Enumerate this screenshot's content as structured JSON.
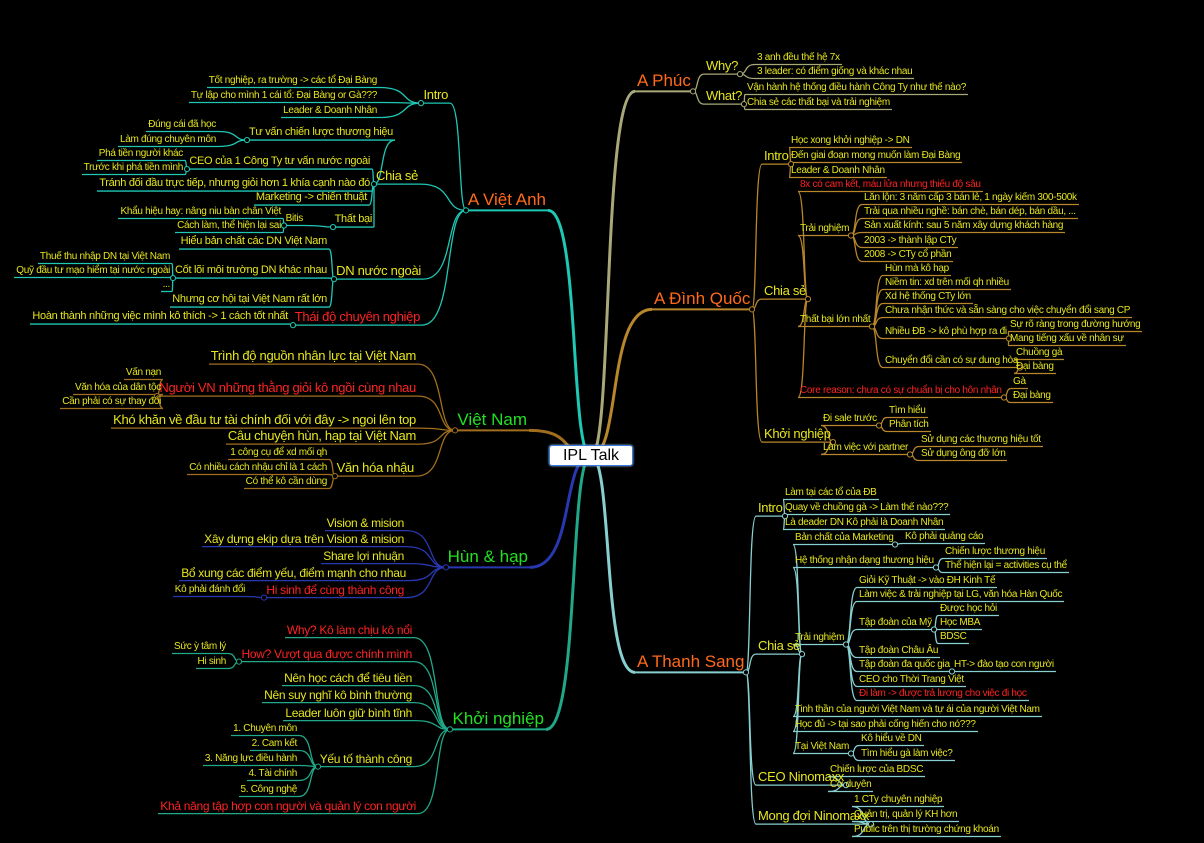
{
  "title": "IPL Talk",
  "colors": {
    "branches_right": [
      "#a8a878",
      "#b8862b",
      "#88d0d0"
    ],
    "branches_left": [
      "#1ec8b4",
      "#a06e1e",
      "#2838b0",
      "#20a888"
    ]
  },
  "right": [
    {
      "text": "A Phúc",
      "style": "main",
      "children": [
        {
          "text": "Why?",
          "style": "y",
          "children": [
            {
              "text": "3 anh đều thế hệ 7x",
              "style": "y"
            },
            {
              "text": "3 leader: có điểm giống và khác nhau",
              "style": "y"
            }
          ]
        },
        {
          "text": "What?",
          "style": "y",
          "children": [
            {
              "text": "Vận hành hệ thống điều hành Công Ty như thế nào?",
              "style": "y"
            },
            {
              "text": "Chia sẻ các thất bại và trải nghiệm",
              "style": "y"
            }
          ]
        }
      ]
    },
    {
      "text": "A Đình Quốc",
      "style": "main",
      "children": [
        {
          "text": "Intro",
          "style": "y",
          "children": [
            {
              "text": "Học xong khởi nghiệp -> DN",
              "style": "y"
            },
            {
              "text": "Đến giai đoạn mong muốn làm Đại Bàng",
              "style": "y"
            },
            {
              "text": "Leader & Doanh Nhân",
              "style": "y"
            }
          ]
        },
        {
          "text": "Chia sẻ",
          "style": "y",
          "children": [
            {
              "text": "8x có cam kết, máu lửa nhưng thiếu độ sâu",
              "style": "r"
            },
            {
              "text": "Trải nghiệm",
              "style": "y",
              "children": [
                {
                  "text": "Lăn lộn: 3 năm cấp 3 bán lẻ, 1 ngày kiếm 300-500k",
                  "style": "y"
                },
                {
                  "text": "Trải qua nhiều nghề: bán chè, bán dép, bán dầu, ...",
                  "style": "y"
                },
                {
                  "text": "Sản xuất kính: sau 5 năm xây dựng khách hàng",
                  "style": "y"
                },
                {
                  "text": "2003 -> thành lập CTy",
                  "style": "y"
                },
                {
                  "text": "2008 -> CTy cổ phần",
                  "style": "y"
                }
              ]
            },
            {
              "text": "Thất bại lớn nhất",
              "style": "y",
              "children": [
                {
                  "text": "Hùn mà kô hạp",
                  "style": "y"
                },
                {
                  "text": "Niềm tin: xd trên mối qh nhiều",
                  "style": "y"
                },
                {
                  "text": "Xd hệ thống CTy lớn",
                  "style": "y"
                },
                {
                  "text": "Chưa nhận thức và sẵn sàng cho việc chuyển đổi sang CP",
                  "style": "y"
                },
                {
                  "text": "Nhiều ĐB -> kô phù hợp ra đi",
                  "style": "y",
                  "children": [
                    {
                      "text": "Sự rõ ràng trong đường hướng",
                      "style": "y"
                    },
                    {
                      "text": "Mang tiếng xấu về nhân sự",
                      "style": "y"
                    }
                  ]
                },
                {
                  "text": "Chuyển đổi cần có sự dung hòa",
                  "style": "y",
                  "children": [
                    {
                      "text": "Chuồng gà",
                      "style": "y"
                    },
                    {
                      "text": "Đại bàng",
                      "style": "y"
                    }
                  ]
                }
              ]
            },
            {
              "text": "Core reason: chưa có sự chuẩn bị cho hôn nhân",
              "style": "r",
              "children": [
                {
                  "text": "Gà",
                  "style": "y"
                },
                {
                  "text": "Đại bàng",
                  "style": "y"
                }
              ]
            }
          ]
        },
        {
          "text": "Khởi nghiệp",
          "style": "y",
          "children": [
            {
              "text": "Đi sale trước",
              "style": "y",
              "children": [
                {
                  "text": "Tìm hiểu",
                  "style": "y"
                },
                {
                  "text": "Phân tích",
                  "style": "y"
                }
              ]
            },
            {
              "text": "Làm việc với partner",
              "style": "y",
              "children": [
                {
                  "text": "Sử dụng các thương hiệu tốt",
                  "style": "y"
                },
                {
                  "text": "Sử dụng ông đỡ lớn",
                  "style": "y"
                }
              ]
            }
          ]
        }
      ]
    },
    {
      "text": "A Thanh Sang",
      "style": "main",
      "children": [
        {
          "text": "Intro",
          "style": "y",
          "children": [
            {
              "text": "Làm tại các tổ của ĐB",
              "style": "y"
            },
            {
              "text": "Quay về chuồng gà -> Làm thế nào???",
              "style": "y"
            },
            {
              "text": "Là deader DN Kô phải là Doanh Nhân",
              "style": "y"
            }
          ]
        },
        {
          "text": "Chia sẻ",
          "style": "y",
          "children": [
            {
              "text": "Bản chất của Marketing",
              "style": "y",
              "children": [
                {
                  "text": "Kô phải quảng cáo",
                  "style": "y"
                }
              ]
            },
            {
              "text": "Hệ thống nhận dạng thương hiệu",
              "style": "y",
              "children": [
                {
                  "text": "Chiến lược thương hiệu",
                  "style": "y"
                },
                {
                  "text": "Thể hiện lại = activities cụ thể",
                  "style": "y"
                }
              ]
            },
            {
              "text": "Trải nghiệm",
              "style": "y",
              "children": [
                {
                  "text": "Giỏi Kỹ Thuật -> vào ĐH Kinh Tế",
                  "style": "y"
                },
                {
                  "text": "Làm việc & trải nghiệp tại LG, văn hóa Hàn Quốc",
                  "style": "y"
                },
                {
                  "text": "Tập đoàn của Mỹ",
                  "style": "y",
                  "children": [
                    {
                      "text": "Được học hỏi",
                      "style": "y"
                    },
                    {
                      "text": "Học MBA",
                      "style": "y"
                    },
                    {
                      "text": "BDSC",
                      "style": "y"
                    }
                  ]
                },
                {
                  "text": "Tập đoàn Châu Âu",
                  "style": "y"
                },
                {
                  "text": "Tập đoàn đa quốc gia",
                  "style": "y",
                  "children": [
                    {
                      "text": "HT-> đào tạo con người",
                      "style": "y"
                    }
                  ]
                },
                {
                  "text": "CEO cho Thời Trang Việt",
                  "style": "y"
                },
                {
                  "text": "Đi làm -> được trả lương cho việc đi học",
                  "style": "r"
                }
              ]
            },
            {
              "text": "Tinh thần của người Việt Nam và tự ái của người Việt Nam",
              "style": "y"
            },
            {
              "text": "Học đủ -> tại sao phải cống hiến cho nó???",
              "style": "y"
            },
            {
              "text": "Tại Việt Nam",
              "style": "y",
              "children": [
                {
                  "text": "Kô hiểu về DN",
                  "style": "y"
                },
                {
                  "text": "Tìm hiểu gà làm việc?",
                  "style": "y"
                }
              ]
            }
          ]
        },
        {
          "text": "CEO Ninomaxx",
          "style": "y",
          "children": [
            {
              "text": "Chiến lược của BDSC",
              "style": "y"
            },
            {
              "text": "Cơ duyên",
              "style": "y"
            }
          ]
        },
        {
          "text": "Mong đợi Ninomaxx",
          "style": "y",
          "children": [
            {
              "text": "1 CTy chuyên nghiệp",
              "style": "y"
            },
            {
              "text": "Quản trị, quản lý KH hơn",
              "style": "y"
            },
            {
              "text": "Public trên thị trường chứng khoán",
              "style": "y"
            }
          ]
        }
      ]
    }
  ],
  "left": [
    {
      "text": "A Việt Anh",
      "style": "main",
      "children": [
        {
          "text": "Intro",
          "style": "y",
          "children": [
            {
              "text": "Tốt nghiệp, ra trường -> các tổ Đại Bàng",
              "style": "y"
            },
            {
              "text": "Tự lập cho mình 1 cái tổ: Đại Bàng or Gà???",
              "style": "y"
            },
            {
              "text": "Leader & Doanh Nhân",
              "style": "y"
            }
          ]
        },
        {
          "text": "Chia sẻ",
          "style": "y",
          "children": [
            {
              "text": "Tư vấn chiến lược thương hiệu",
              "style": "y",
              "children": [
                {
                  "text": "Đúng cái đã học",
                  "style": "y"
                },
                {
                  "text": "Làm đúng chuyên môn",
                  "style": "y"
                }
              ]
            },
            {
              "text": "CEO của 1 Công Ty tư vấn nước ngoài",
              "style": "y",
              "children": [
                {
                  "text": "Phá tiền người khác",
                  "style": "y"
                },
                {
                  "text": "Trước khi phá tiền mình",
                  "style": "y"
                }
              ]
            },
            {
              "text": "Tránh đối đầu trực tiếp, nhưng giỏi hơn 1 khía cạnh nào đó",
              "style": "y"
            },
            {
              "text": "Marketing -> chiến thuật",
              "style": "y"
            },
            {
              "text": "Thất bại",
              "style": "y",
              "children": [
                {
                  "text": "Bitis",
                  "style": "y",
                  "children": [
                    {
                      "text": "Khẩu hiệu hay: nâng niu bàn chân Việt",
                      "style": "y"
                    },
                    {
                      "text": "Cách làm, thể hiện lại sai",
                      "style": "y"
                    }
                  ]
                }
              ]
            }
          ]
        },
        {
          "text": "DN nước ngoài",
          "style": "y",
          "children": [
            {
              "text": "Hiểu bản chất các DN Việt Nam",
              "style": "y"
            },
            {
              "text": "Cốt lõi môi trường DN khác nhau",
              "style": "y",
              "children": [
                {
                  "text": "Thuế thu nhập DN tại Việt Nam",
                  "style": "y"
                },
                {
                  "text": "Quỹ đầu tư mạo hiểm tại nước ngoài",
                  "style": "y"
                },
                {
                  "text": "...",
                  "style": "y"
                }
              ]
            },
            {
              "text": "Nhưng cơ hội tại Việt Nam rất lớn",
              "style": "y"
            }
          ]
        },
        {
          "text": "Thái độ chuyên nghiệp",
          "style": "r",
          "children": [
            {
              "text": "Hoàn thành những việc mình kô thích -> 1 cách tốt nhất",
              "style": "y"
            }
          ]
        }
      ]
    },
    {
      "text": "Việt Nam",
      "style": "topic",
      "children": [
        {
          "text": "Trình độ nguồn nhân lực tại Việt Nam",
          "style": "y"
        },
        {
          "text": "Người VN những thằng giỏi kô ngồi cùng nhau",
          "style": "r",
          "children": [
            {
              "text": "Vấn nạn",
              "style": "y"
            },
            {
              "text": "Văn hóa của dân tộc",
              "style": "y"
            },
            {
              "text": "Cần phải có sự thay đổi",
              "style": "y"
            }
          ]
        },
        {
          "text": "Khó khăn về đầu tư tài chính đối với đây -> ngoi lên top",
          "style": "y"
        },
        {
          "text": "Câu chuyện hùn, hạp tại Việt Nam",
          "style": "y"
        },
        {
          "text": "Văn hóa nhậu",
          "style": "y",
          "children": [
            {
              "text": "1 công cụ để xd mối qh",
              "style": "y"
            },
            {
              "text": "Có nhiều cách nhậu chỉ là 1 cách",
              "style": "y"
            },
            {
              "text": "Có thể kô cần dùng",
              "style": "y"
            }
          ]
        }
      ]
    },
    {
      "text": "Hùn & hạp",
      "style": "topic",
      "children": [
        {
          "text": "Vision & mision",
          "style": "y"
        },
        {
          "text": "Xây dựng ekip dựa trên Vision & mision",
          "style": "y"
        },
        {
          "text": "Share lợi nhuận",
          "style": "y"
        },
        {
          "text": "Bổ xung các điểm yếu, điểm mạnh cho nhau",
          "style": "y"
        },
        {
          "text": "Hi sinh để cùng thành công",
          "style": "r",
          "children": [
            {
              "text": "Kô phải đánh đổi",
              "style": "y"
            }
          ]
        }
      ]
    },
    {
      "text": "Khởi nghiệp",
      "style": "topic",
      "children": [
        {
          "text": "Why? Kô làm chịu kô nổi",
          "style": "r"
        },
        {
          "text": "How? Vượt qua được chính mình",
          "style": "r",
          "children": [
            {
              "text": "Sức ỳ tâm lý",
              "style": "y"
            },
            {
              "text": "Hi sinh",
              "style": "y"
            }
          ]
        },
        {
          "text": "Nên học cách để tiêu tiền",
          "style": "y"
        },
        {
          "text": "Nên suy nghĩ kô bình thường",
          "style": "y"
        },
        {
          "text": "Leader luôn giữ bình tĩnh",
          "style": "y"
        },
        {
          "text": "Yếu tố thành công",
          "style": "y",
          "children": [
            {
              "text": "1. Chuyên môn",
              "style": "y"
            },
            {
              "text": "2. Cam kết",
              "style": "y"
            },
            {
              "text": "3. Năng lực điều hành",
              "style": "y"
            },
            {
              "text": "4. Tài chính",
              "style": "y"
            },
            {
              "text": "5. Công nghệ",
              "style": "y"
            }
          ]
        },
        {
          "text": "Khả năng tập hợp con người và quản lý con người",
          "style": "r"
        }
      ]
    }
  ]
}
